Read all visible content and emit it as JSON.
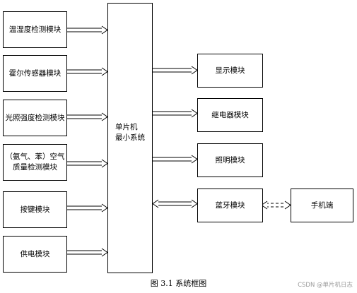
{
  "diagram": {
    "inputs": [
      {
        "label": "温湿度检测模块"
      },
      {
        "label": "霍尔传感器模块"
      },
      {
        "label": "光照强度检测模块"
      },
      {
        "label": "（氨气、苯）空气质量检测模块"
      },
      {
        "label": "按键模块"
      },
      {
        "label": "供电模块"
      }
    ],
    "center": {
      "line1": "单片机",
      "line2": "最小系统"
    },
    "outputs": [
      {
        "label": "显示模块"
      },
      {
        "label": "继电器模块"
      },
      {
        "label": "照明模块"
      },
      {
        "label": "蓝牙模块"
      }
    ],
    "remote": {
      "label": "手机端"
    }
  },
  "caption": "图 3.1  系统框图",
  "watermark": "CSDN @单片机日志"
}
